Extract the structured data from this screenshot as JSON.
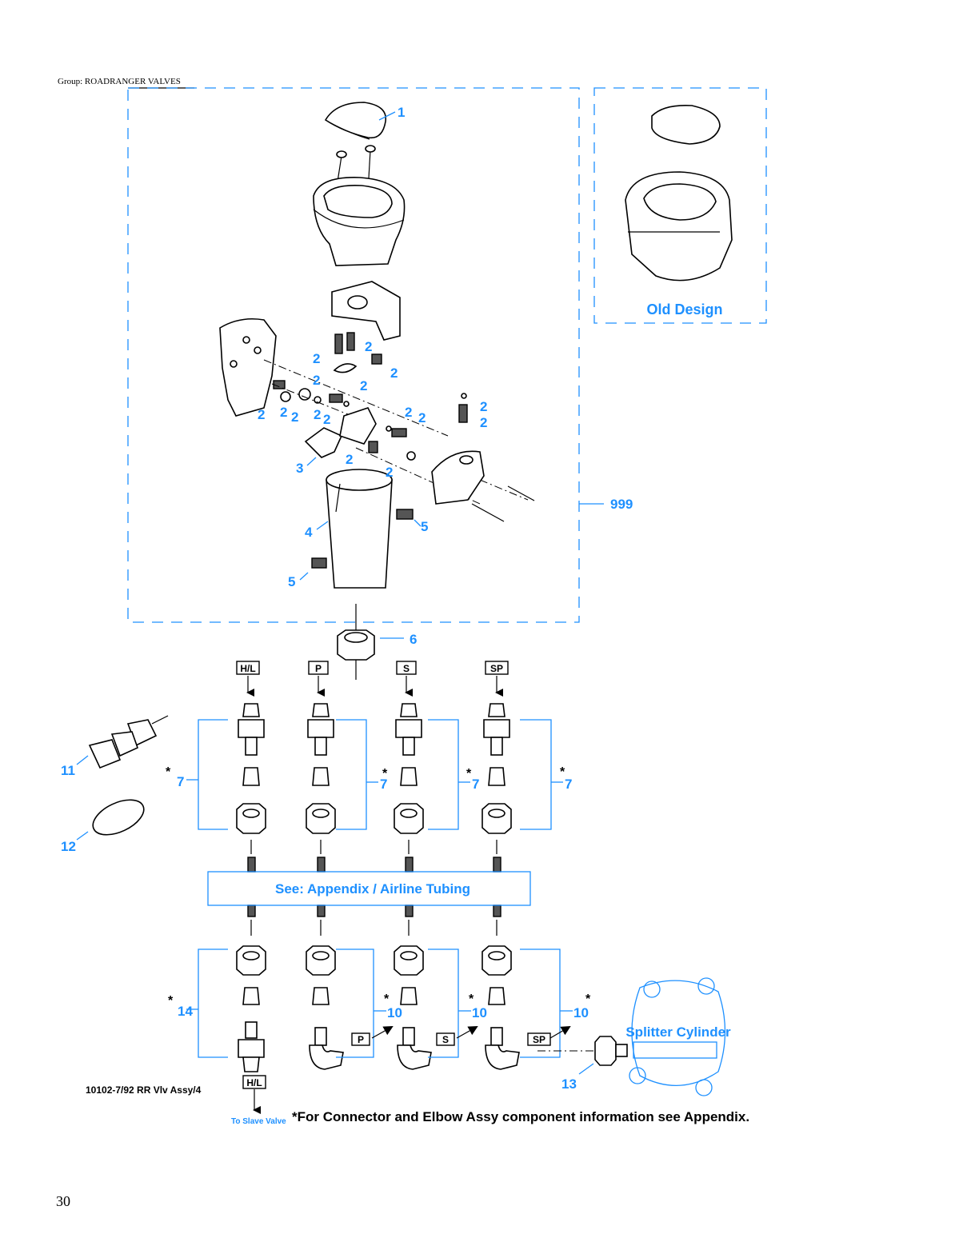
{
  "header": {
    "group": "Group: ROADRANGER VALVES"
  },
  "footer": {
    "page_number": "30"
  },
  "figure_ref": "10102-7/92 RR Vlv Assy/4",
  "old_design_label": "Old Design",
  "appendix_box": "See: Appendix / Airline Tubing",
  "splitter_label": "Splitter Cylinder",
  "to_slave_label": "To Slave Valve",
  "footnote": "*For Connector and Elbow Assy component information see Appendix.",
  "port_tags": {
    "hl": "H/L",
    "p": "P",
    "s": "S",
    "sp": "SP"
  },
  "asterisk": "*",
  "callouts": {
    "c1": "1",
    "c2": "2",
    "c3": "3",
    "c4": "4",
    "c5": "5",
    "c6": "6",
    "c7": "7",
    "c10": "10",
    "c11": "11",
    "c12": "12",
    "c13": "13",
    "c14": "14",
    "c999": "999"
  },
  "colors": {
    "callout": "#1e90ff",
    "line": "#000000"
  }
}
